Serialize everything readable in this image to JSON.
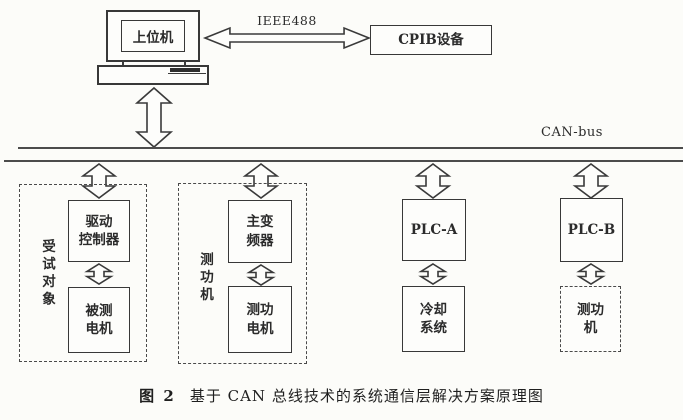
{
  "diagram": {
    "host_label": "上位机",
    "link_label": "IEEE488",
    "gpib_device_label": "CPIB设备",
    "bus_label": "CAN-bus",
    "branch1": {
      "group_label": "受试对象",
      "top_box": "驱动\n控制器",
      "bottom_box": "被测\n电机"
    },
    "branch2": {
      "group_label": "测功机",
      "top_box": "主变\n频器",
      "bottom_box": "测功\n电机"
    },
    "branch3": {
      "top_box": "PLC-A",
      "bottom_box": "冷却\n系统"
    },
    "branch4": {
      "top_box": "PLC-B",
      "bottom_box": "测功\n机"
    }
  },
  "caption": {
    "figure_no": "图 2",
    "title": "基于 CAN 总线技术的系统通信层解决方案原理图"
  },
  "colors": {
    "ink": "#383838",
    "paper": "#fcfcf9"
  }
}
